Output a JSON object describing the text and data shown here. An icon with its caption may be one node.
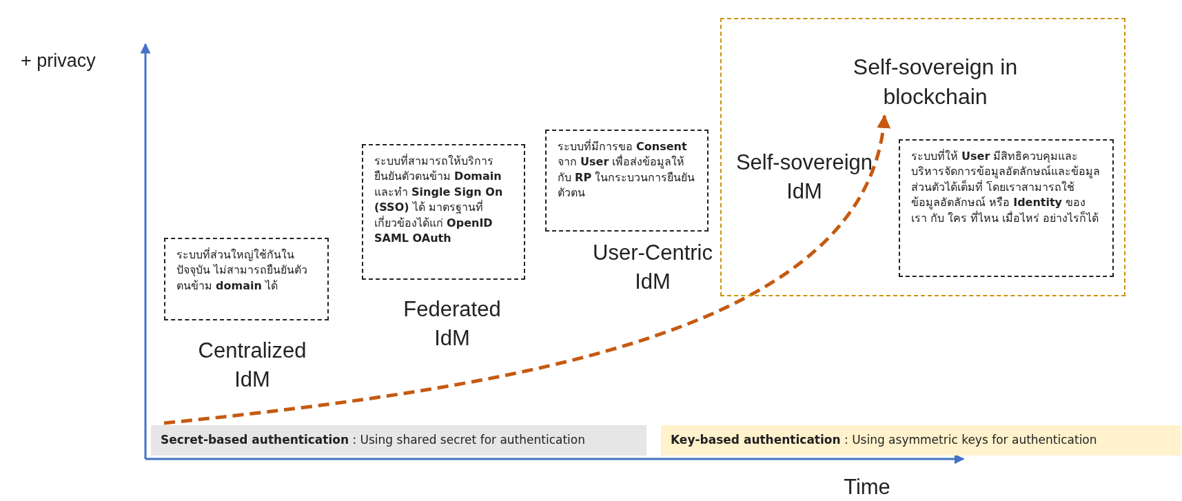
{
  "diagram": {
    "nodes": [
      {
        "text": [
          "ระบบที่ส่วนใหญ่ใช้กันในปัจจุบัน ไม่สามารถยืนยันตัวตนข้าม **domain** ได้"
        ]
      },
      {
        "text": [
          "ระบบที่สามารถให้บริการยืนยันตัวตนข้าม **Domain** และทำ **Single Sign On (SSO)** ได้ มาตรฐานที่เกี่ยวข้องได้แก่ **OpenID SAML OAuth**"
        ]
      },
      {
        "text": [
          "ระบบที่มีการขอ **Consent** จาก **User** เพื่อส่งข้อมูลให้กับ **RP** ในกระบวนการยืนยันตัวตน"
        ]
      },
      {
        "text": [],
        "shape": "box"
      },
      {
        "text": [
          "Self-sovereign in blockchain"
        ],
        "in": 3
      },
      {
        "text": [
          "ระบบที่ให้ **User** มีสิทธิควบคุมและบริหารจัดการข้อมูลอัตลักษณ์และข้อมูลส่วนตัวได้เต็มที่ โดยเราสามารถใช้ข้อมูลอัตลักษณ์ หรือ **Identity** ของเรา กับ ใคร ที่ไหน เมื่อไหร่ อย่างไรก็ได้"
        ],
        "in": 3
      },
      {
        "text": [
          "**Secret-based authentication** : Using shared secret for authentication"
        ]
      },
      {
        "text": [
          "**Key-based authentication** : Using asymmetric keys for authentication"
        ]
      }
    ],
    "edges": [
      {
        "from": 6,
        "to": 4,
        "arrow": "to",
        "style": "dashed",
        "color": "#c55a11"
      }
    ],
    "labels": [
      "+ privacy",
      "Centralized IdM",
      "Federated IdM",
      "User-Centric IdM",
      "Self-sovereign IdM",
      "Time"
    ]
  }
}
